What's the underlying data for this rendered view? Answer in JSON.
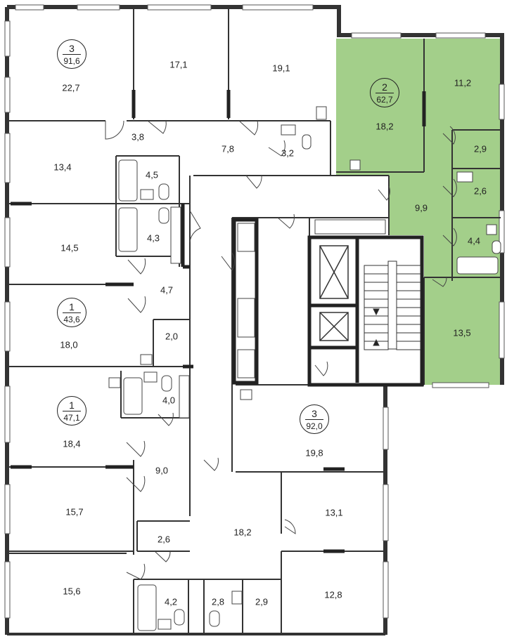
{
  "colors": {
    "wall": "#333333",
    "wall_dark": "#222222",
    "highlight": "#a3cf8a",
    "window": "#ffffff"
  },
  "apartments": [
    {
      "id": "apt-3-top",
      "rooms": "3",
      "area": "91,6"
    },
    {
      "id": "apt-2-highlight",
      "rooms": "2",
      "area": "62,7",
      "highlighted": true
    },
    {
      "id": "apt-1-a",
      "rooms": "1",
      "area": "43,6"
    },
    {
      "id": "apt-1-b",
      "rooms": "1",
      "area": "47,1"
    },
    {
      "id": "apt-3-center",
      "rooms": "3",
      "area": "92,0"
    }
  ],
  "room_areas": [
    "22,7",
    "17,1",
    "19,1",
    "18,2",
    "11,2",
    "3,8",
    "7,8",
    "3,2",
    "2,9",
    "13,4",
    "4,5",
    "2,6",
    "9,9",
    "4,3",
    "14,5",
    "4,4",
    "4,7",
    "18,0",
    "2,0",
    "13,5",
    "4,0",
    "18,4",
    "19,8",
    "9,0",
    "15,7",
    "13,1",
    "18,2",
    "2,6",
    "15,6",
    "4,2",
    "2,8",
    "2,9",
    "12,8"
  ]
}
